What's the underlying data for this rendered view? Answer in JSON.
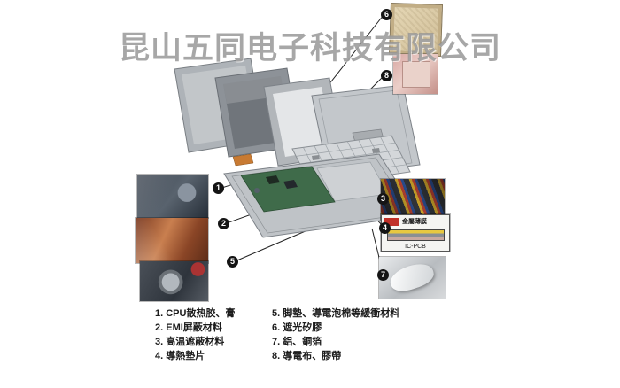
{
  "watermark": {
    "text": "昆山五同电子科技有限公司",
    "color": "#949494"
  },
  "callouts": [
    {
      "num": "1"
    },
    {
      "num": "2"
    },
    {
      "num": "3"
    },
    {
      "num": "4"
    },
    {
      "num": "5"
    },
    {
      "num": "6"
    },
    {
      "num": "7"
    },
    {
      "num": "8"
    }
  ],
  "legend": {
    "columns": [
      {
        "items": [
          {
            "text": "1. CPU散热胶、膏"
          },
          {
            "text": "2. EMI屏蔽材料"
          },
          {
            "text": "3. 高温遮蔽材料"
          },
          {
            "text": "4. 導熱墊片"
          }
        ]
      },
      {
        "items": [
          {
            "text": "5. 脚墊、導電泡棉等緩衝材料"
          },
          {
            "text": "6. 遮光矽膠"
          },
          {
            "text": "7. 鋁、銅箔"
          },
          {
            "text": "8. 導電布、膠帶"
          }
        ]
      }
    ]
  },
  "inset_diagram": {
    "label_top": "金屬薄膜",
    "label_bottom": "IC-PCB"
  },
  "colors": {
    "background": "#ffffff",
    "badge_bg": "#141414",
    "badge_text": "#ffffff",
    "pcb_green": "#3f6b4a",
    "chassis_gray": "#bfc3c7"
  }
}
